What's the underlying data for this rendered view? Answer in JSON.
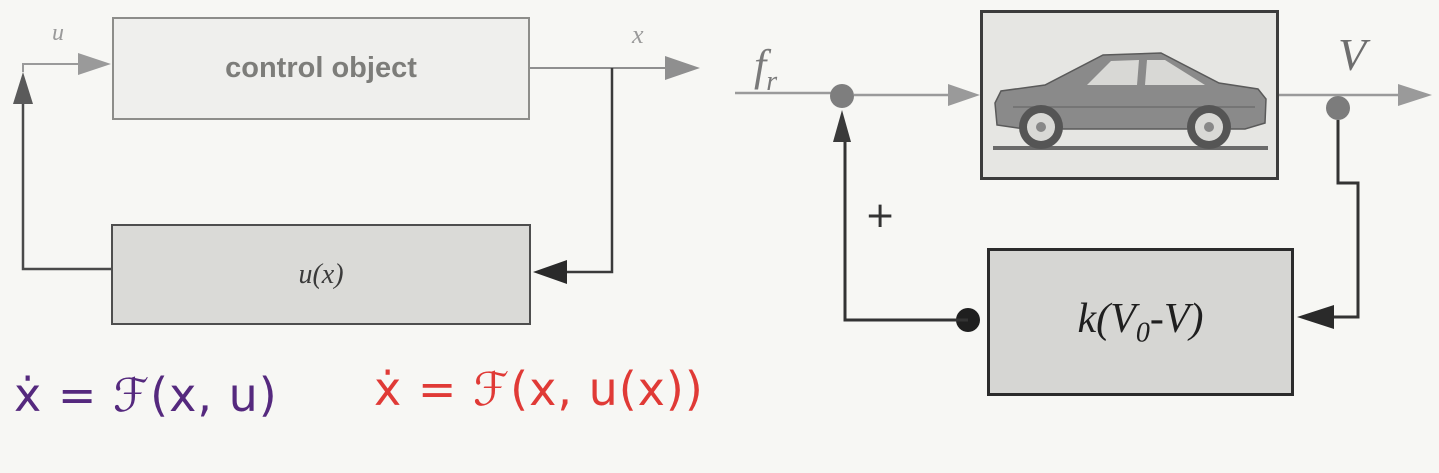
{
  "diagram_left": {
    "plant_label": "control object",
    "controller_label": "u(x)",
    "input_label": "u",
    "output_label": "x",
    "equation": "ẋ = ℱ(x, u)"
  },
  "diagram_right": {
    "reference_label": "f_r",
    "output_label": "V",
    "sum_sign": "+",
    "controller_label": "k(V0-V)",
    "plant_icon": "car-icon",
    "equation": "ẋ = ℱ(x, u(x))"
  },
  "colors": {
    "equation_left": "#55297e",
    "equation_right": "#e03a36"
  }
}
